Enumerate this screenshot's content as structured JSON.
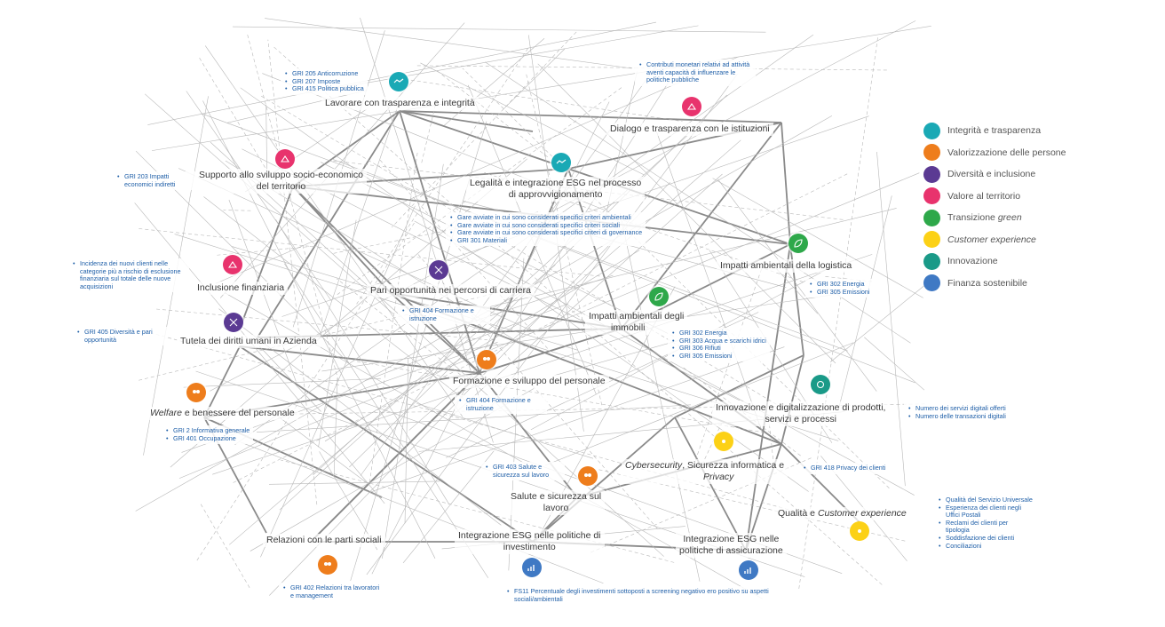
{
  "legend": [
    {
      "label": "Integrità e trasparenza",
      "color": "#1aa9b5",
      "icon": "handshake-icon"
    },
    {
      "label": "Valorizzazione delle persone",
      "color": "#ee7d1c",
      "icon": "people-icon"
    },
    {
      "label": "Diversità e inclusione",
      "color": "#5b3a93",
      "icon": "diversity-icon"
    },
    {
      "label": "Valore al territorio",
      "color": "#e8336d",
      "icon": "territory-icon"
    },
    {
      "label": "Transizione green",
      "color": "#2ea84a",
      "icon": "leaf-icon"
    },
    {
      "label": "Customer experience",
      "color": "#fcd116",
      "icon": "customer-icon"
    },
    {
      "label": "Innovazione",
      "color": "#1a9a88",
      "icon": "innovation-icon"
    },
    {
      "label": "Finanza sostenibile",
      "color": "#3f79c4",
      "icon": "finance-icon"
    }
  ],
  "topics": {
    "trasparenza": "Lavorare con trasparenza e integrità",
    "dialogo": "Dialogo e trasparenza con le istituzioni",
    "supporto_l1": "Supporto allo sviluppo socio-economico",
    "supporto_l2": "del territorio",
    "legalita_l1": "Legalità e integrazione ESG nel processo",
    "legalita_l2": "di approvvigionamento",
    "logistica": "Impatti ambientali della logistica",
    "inclusione": "Inclusione finanziaria",
    "pari": "Pari opportunità nei percorsi di carriera",
    "immobili_l1": "Impatti ambientali degli",
    "immobili_l2": "immobili",
    "diritti": "Tutela dei diritti umani in Azienda",
    "formazione": "Formazione e sviluppo del personale",
    "welfare_italic": "Welfare",
    "welfare_rest": " e benessere del personale",
    "innovazione_l1": "Innovazione e digitalizzazione di prodotti,",
    "innovazione_l2": "servizi e processi",
    "cyber_italic": "Cybersecurity",
    "cyber_rest": ", Sicurezza informatica e",
    "cyber_l2": "Privacy",
    "salute_l1": "Salute e sicurezza sul",
    "salute_l2": "lavoro",
    "qualita_pre": "Qualità e ",
    "qualita_italic": "Customer experience",
    "relazioni": "Relazioni con le parti sociali",
    "invest_l1": "Integrazione ESG nelle politiche di",
    "invest_l2": "investimento",
    "assic_l1": "Integrazione ESG nelle",
    "assic_l2": "politiche di assicurazione"
  },
  "gri": {
    "trasparenza": [
      "GRI 205 Anticorruzione",
      "GRI 207 Imposte",
      "GRI 415 Politica pubblica"
    ],
    "dialogo": [
      "Contributi monetari relativi ad attività aventi capacità di influenzare le politiche pubbliche"
    ],
    "supporto": [
      "GRI 203 Impatti economici indiretti"
    ],
    "legalita": [
      "Gare avviate in cui sono considerati specifici criteri ambientali",
      "Gare avviate in cui sono considerati specifici criteri sociali",
      "Gare avviate in cui sono considerati specifici criteri di governance",
      "GRI 301 Materiali"
    ],
    "inclusione": [
      "Incidenza dei nuovi clienti nelle categorie più a rischio di esclusione finanziaria sul totale delle nuove acquisizioni"
    ],
    "logistica": [
      "GRI 302 Energia",
      "GRI 305 Emissioni"
    ],
    "pari": [
      "GRI 404 Formazione e istruzione"
    ],
    "diritti": [
      "GRI 405 Diversità e pari opportunità"
    ],
    "immobili": [
      "GRI 302 Energia",
      "GRI 303 Acqua e scarichi idrici",
      "GRI 306 Rifiuti",
      "GRI 305 Emissioni"
    ],
    "formazione": [
      "GRI 404 Formazione e istruzione"
    ],
    "welfare": [
      "GRI 2 Informativa generale",
      "GRI 401 Occupazione"
    ],
    "innovazione": [
      "Numero dei servizi digitali offerti",
      "Numero delle transazioni digitali"
    ],
    "salute": [
      "GRI 403 Salute e sicurezza sul lavoro"
    ],
    "cyber": [
      "GRI 418 Privacy dei clienti"
    ],
    "qualita": [
      "Qualità del Servizio Universale",
      "Esperienza dei clienti negli Uffici Postali",
      "Reclami dei clienti per tipologia",
      "Soddisfazione dei clienti",
      "Conciliazioni"
    ],
    "relazioni": [
      "GRI 402 Relazioni tra lavoratori e management"
    ],
    "invest": [
      "FS11 Percentuale degli investimenti sottoposti a screening negativo ero positivo su aspetti sociali/ambientali"
    ]
  }
}
